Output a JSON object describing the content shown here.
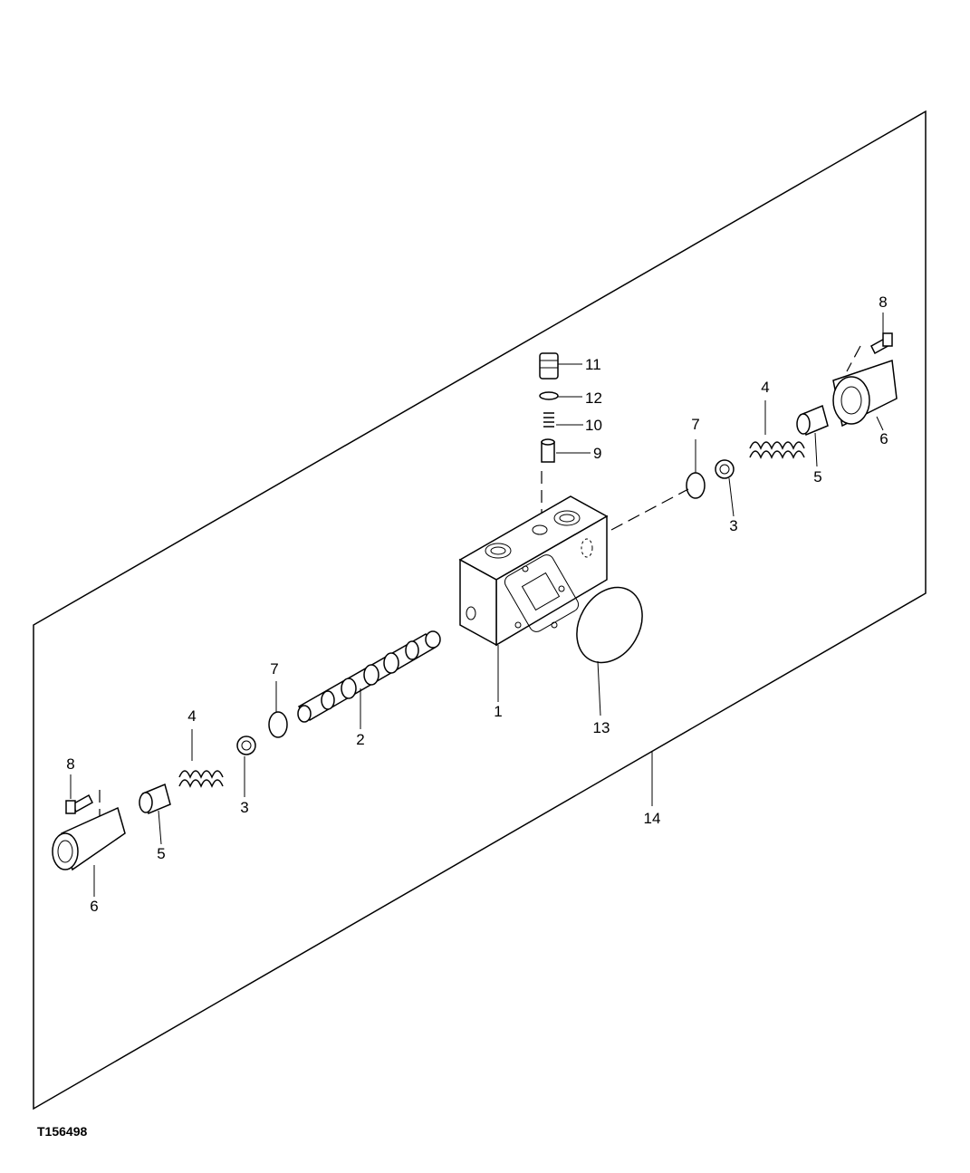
{
  "figure_id": "T156498",
  "callouts": {
    "c1": "1",
    "c2": "2",
    "c3a": "3",
    "c3b": "3",
    "c4a": "4",
    "c4b": "4",
    "c5a": "5",
    "c5b": "5",
    "c6a": "6",
    "c6b": "6",
    "c7a": "7",
    "c7b": "7",
    "c8a": "8",
    "c8b": "8",
    "c9": "9",
    "c10": "10",
    "c11": "11",
    "c12": "12",
    "c13": "13",
    "c14": "14"
  }
}
